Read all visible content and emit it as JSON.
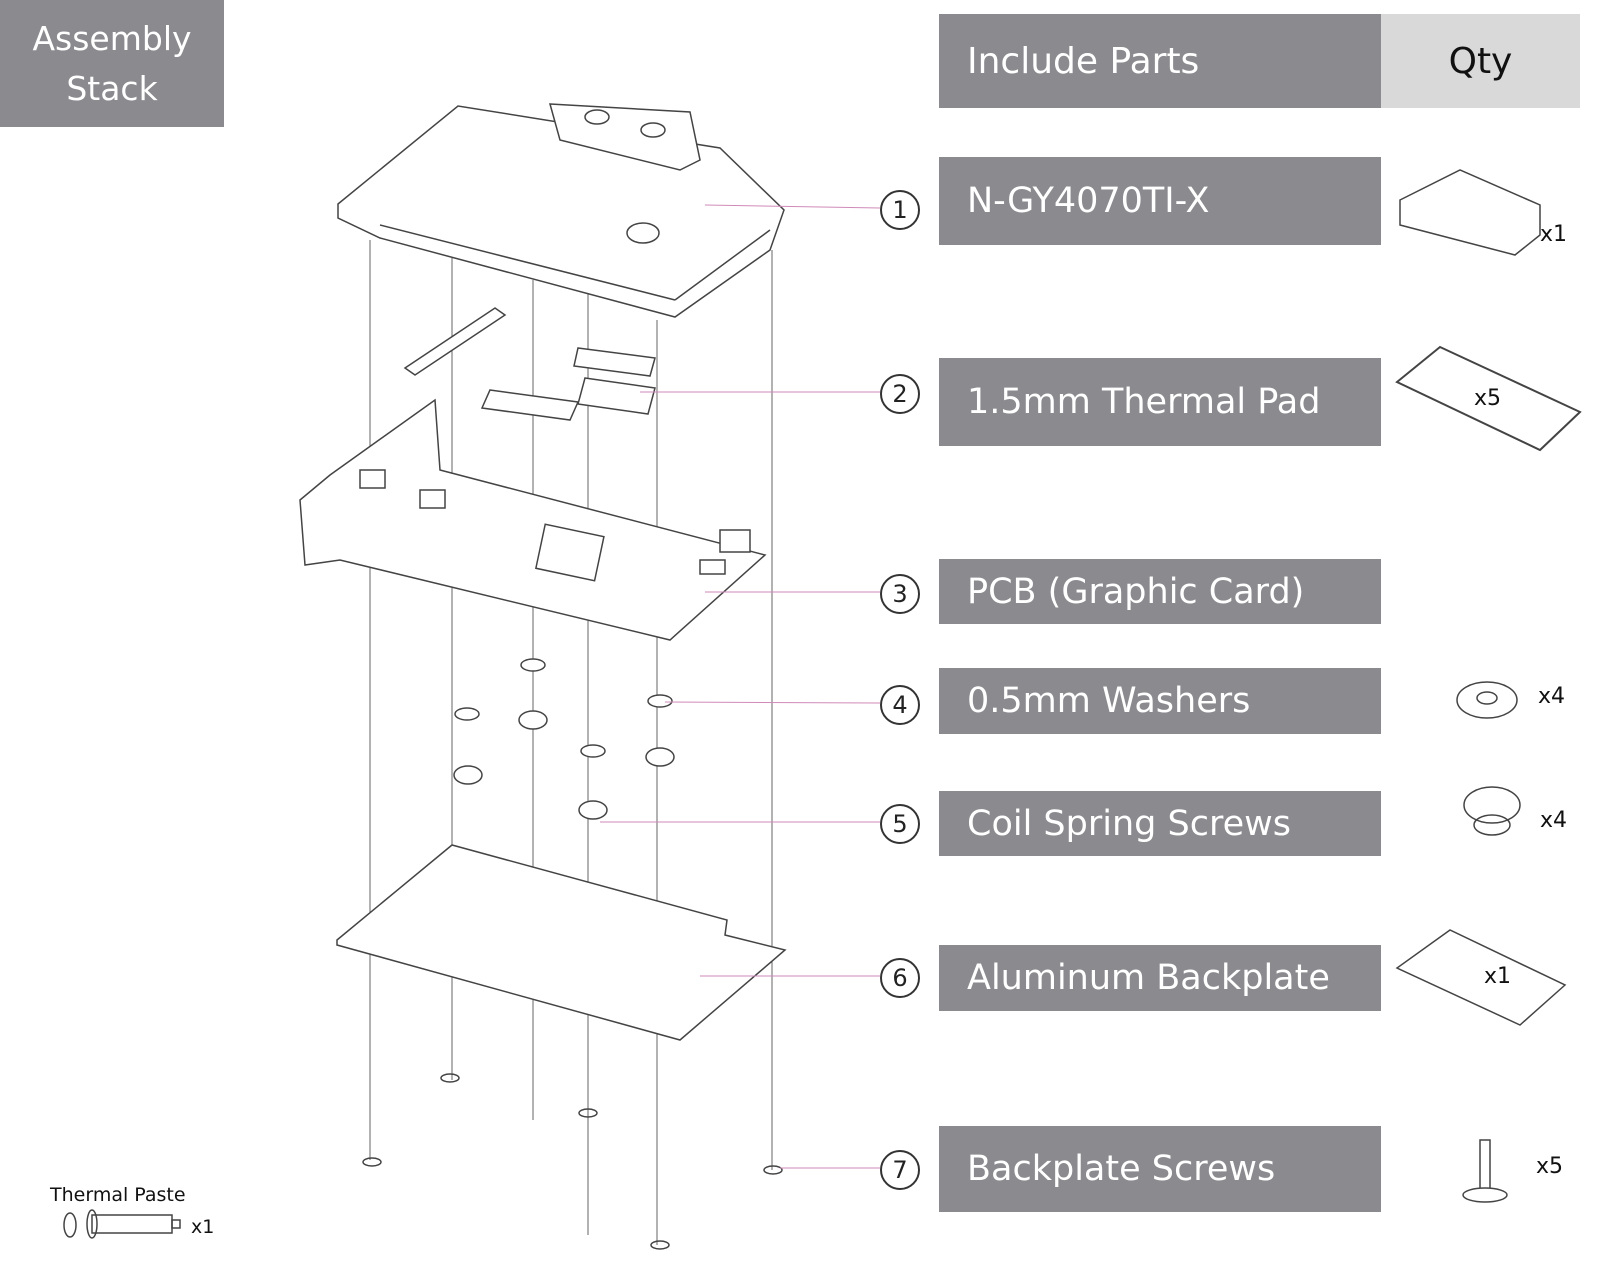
{
  "title": "Assembly Stack",
  "header": {
    "parts": "Include Parts",
    "qty": "Qty"
  },
  "parts": [
    {
      "num": "1",
      "name": "N-GY4070TI-X",
      "qty": "x1"
    },
    {
      "num": "2",
      "name": "1.5mm Thermal Pad",
      "qty": "x5"
    },
    {
      "num": "3",
      "name": "PCB (Graphic Card)",
      "qty": ""
    },
    {
      "num": "4",
      "name": "0.5mm Washers",
      "qty": "x4"
    },
    {
      "num": "5",
      "name": "Coil Spring Screws",
      "qty": "x4"
    },
    {
      "num": "6",
      "name": "Aluminum Backplate",
      "qty": "x1"
    },
    {
      "num": "7",
      "name": "Backplate Screws",
      "qty": "x5"
    }
  ],
  "extra": {
    "name": "Thermal Paste",
    "qty": "x1"
  },
  "colors": {
    "box": "#8a8a8f",
    "qty_box": "#d9d9da",
    "leader": "#d08ab8"
  }
}
